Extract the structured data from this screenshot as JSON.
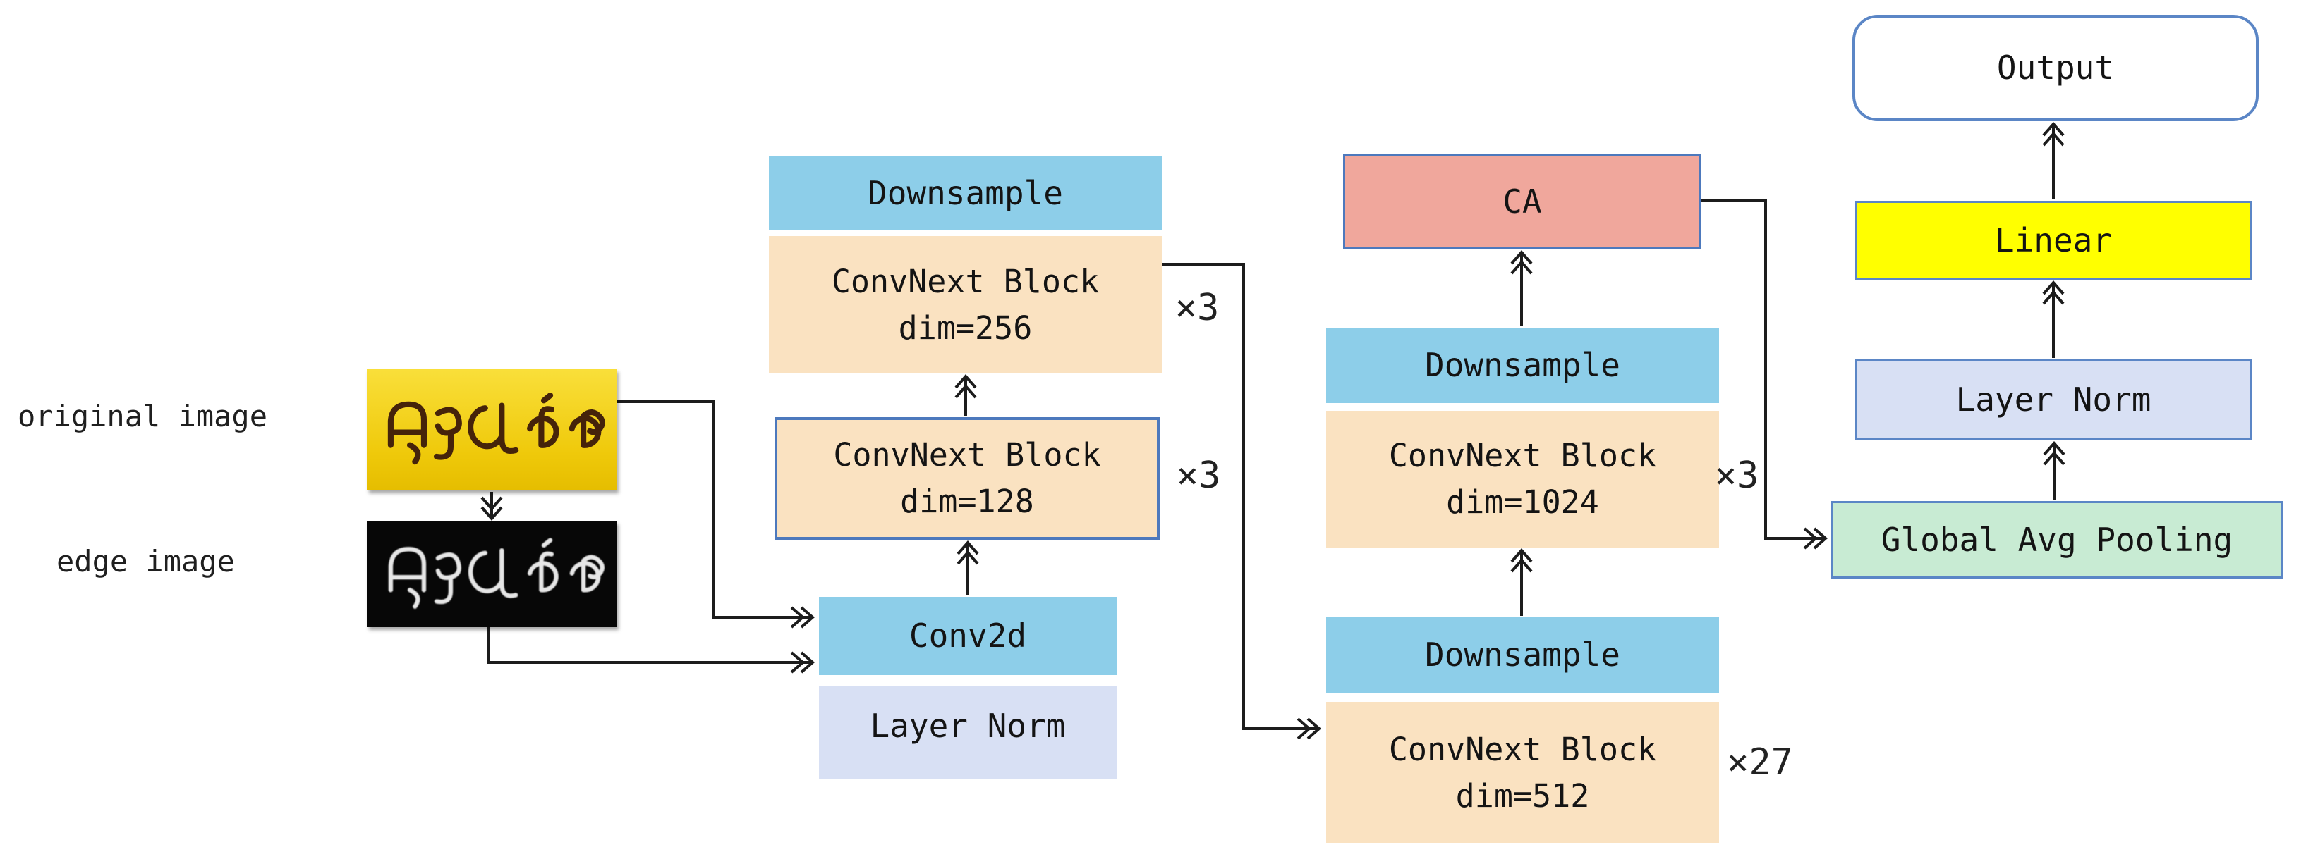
{
  "colors": {
    "box-blue": "#8dcee9",
    "box-peach": "#fae2c1",
    "box-lavender": "#d8e0f4",
    "box-salmon": "#f0a79c",
    "box-yellow": "#ffff00",
    "box-green": "#c8ebd3",
    "border-blue": "#4d79bd",
    "border-soft": "#5b86c6",
    "line": "#1c1c1c",
    "text": "#141414",
    "original-bg": "#f2cf0e",
    "original-ink": "#45230a",
    "edge-bg": "#070707",
    "edge-ink": "#e6e6e6"
  },
  "inputs": {
    "original_label": "original image",
    "edge_label": "edge image",
    "tamil_text": "முடிவுக்கு"
  },
  "stage_a": {
    "downsample": "Downsample",
    "block256": {
      "line1": "ConvNext Block",
      "line2": "dim=256",
      "mult": "×3"
    },
    "block128": {
      "line1": "ConvNext Block",
      "line2": "dim=128",
      "mult": "×3"
    },
    "conv2d": "Conv2d",
    "layer_norm": "Layer Norm"
  },
  "stage_b": {
    "ca": "CA",
    "downsample_top": "Downsample",
    "block1024": {
      "line1": "ConvNext Block",
      "line2": "dim=1024",
      "mult": "×3"
    },
    "downsample_bottom": "Downsample",
    "block512": {
      "line1": "ConvNext Block",
      "line2": "dim=512",
      "mult": "×27"
    }
  },
  "head": {
    "output": "Output",
    "linear": "Linear",
    "layer_norm": "Layer Norm",
    "global_avg_pooling": "Global Avg Pooling"
  }
}
